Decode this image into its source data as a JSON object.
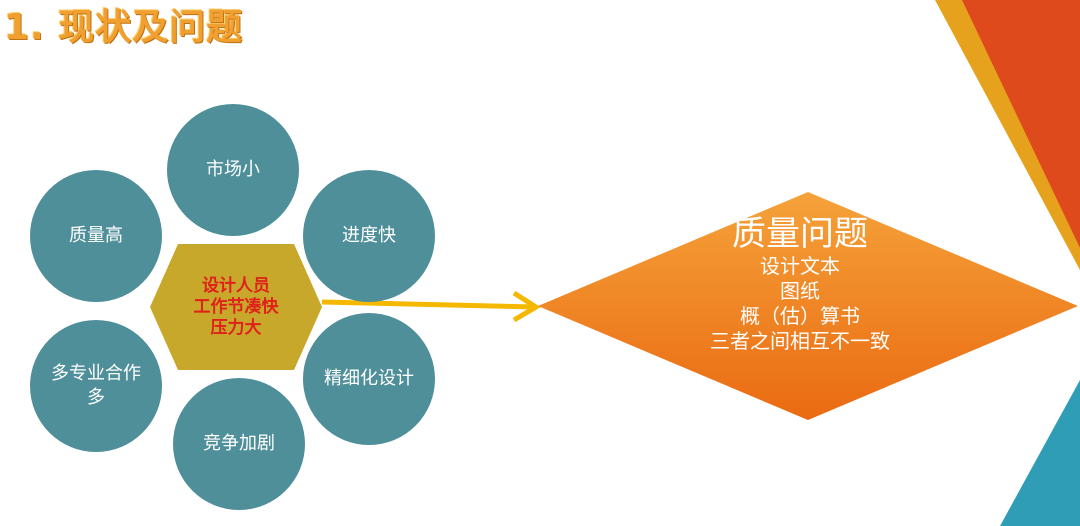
{
  "title": "1. 现状及问题",
  "center": {
    "label": "设计人员\n工作节凑快\n压力大"
  },
  "circles": [
    {
      "label": "市场小"
    },
    {
      "label": "质量高"
    },
    {
      "label": "进度快"
    },
    {
      "label": "多专业合作多"
    },
    {
      "label": "精细化设计"
    },
    {
      "label": "竞争加剧"
    }
  ],
  "diamond": {
    "title": "质量问题",
    "lines": [
      "设计文本",
      "图纸",
      "概（估）算书",
      "三者之间相互不一致"
    ]
  },
  "colors": {
    "circle": "#4f8f9a",
    "hexagon": "#c8a82a",
    "center_text": "#e0201a",
    "arrow": "#f5b800",
    "diamond": "#f07a1e",
    "title": "#f0a030",
    "deco_red": "#de4a1c",
    "deco_gold": "#e6a21c",
    "deco_teal": "#2f9db5"
  }
}
